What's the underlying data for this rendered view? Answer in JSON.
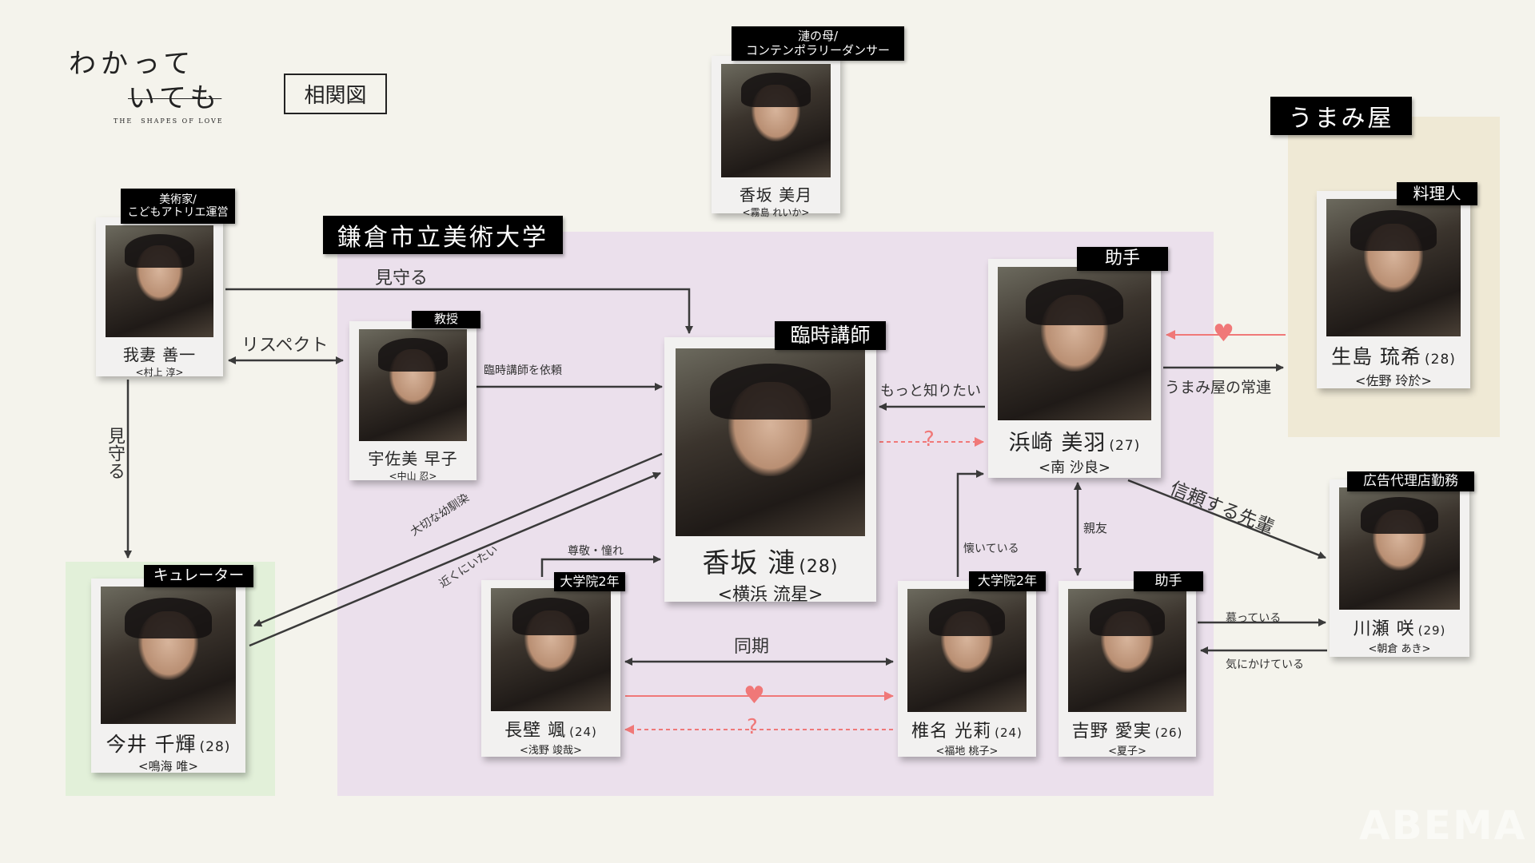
{
  "logo": {
    "line1": "わかって",
    "line2": "いても",
    "subtitle": "THE　SHAPES OF LOVE"
  },
  "title_box": "相関図",
  "groups": {
    "university": "鎌倉市立美術大学",
    "umamiya": "うまみ屋"
  },
  "characters": {
    "mizuki": {
      "role": "漣の母/\nコンテンポラリーダンサー",
      "role1": "漣の母/",
      "role2": "コンテンポラリーダンサー",
      "name": "香坂 美月",
      "age": "",
      "actor": "<霧島 れいか>"
    },
    "agatsuma": {
      "role1": "美術家/",
      "role2": "こどもアトリエ運営",
      "name": "我妻 善一",
      "age": "",
      "actor": "<村上 淳>"
    },
    "usami": {
      "role": "教授",
      "name": "宇佐美 早子",
      "age": "",
      "actor": "<中山 忍>"
    },
    "ren": {
      "role": "臨時講師",
      "name": "香坂 漣",
      "age": "(28)",
      "actor": "<横浜 流星>"
    },
    "hamasaki": {
      "role": "助手",
      "name": "浜崎 美羽",
      "age": "(27)",
      "actor": "<南 沙良>"
    },
    "ikushima": {
      "role": "料理人",
      "name": "生島 琉希",
      "age": "(28)",
      "actor": "<佐野 玲於>"
    },
    "kawase": {
      "role": "広告代理店勤務",
      "name": "川瀬 咲",
      "age": "(29)",
      "actor": "<朝倉 あき>"
    },
    "imai": {
      "role": "キュレーター",
      "name": "今井 千輝",
      "age": "(28)",
      "actor": "<鳴海 唯>"
    },
    "osakabe": {
      "role": "大学院2年",
      "name": "長壁 颯",
      "age": "(24)",
      "actor": "<浅野 竣哉>"
    },
    "shiina": {
      "role": "大学院2年",
      "name": "椎名 光莉",
      "age": "(24)",
      "actor": "<福地 桃子>"
    },
    "yoshino": {
      "role": "助手",
      "name": "吉野 愛実",
      "age": "(26)",
      "actor": "<夏子>"
    }
  },
  "relations": {
    "mimamoru_top": "見守る",
    "respect": "リスペクト",
    "mimamoru_side": "見守る",
    "request": "臨時講師を依頼",
    "childhood": "大切な幼馴染",
    "near": "近くにいたい",
    "admire": "尊敬・憧れ",
    "douki": "同期",
    "question": "?",
    "motto": "もっと知りたい",
    "natsuku": "懐いている",
    "shinyu": "親友",
    "senpai": "信頼する先輩",
    "joren": "うまみ屋の常連",
    "shitau": "慕っている",
    "kinikake": "気にかけている",
    "heart": "♥"
  },
  "watermark": "ABEMA",
  "colors": {
    "university_bg": "#ebe0ec",
    "umamiya_bg": "#efe9d5",
    "curator_bg": "#e2f0d9",
    "love": "#f07878",
    "arrow": "#3a3a3a"
  }
}
